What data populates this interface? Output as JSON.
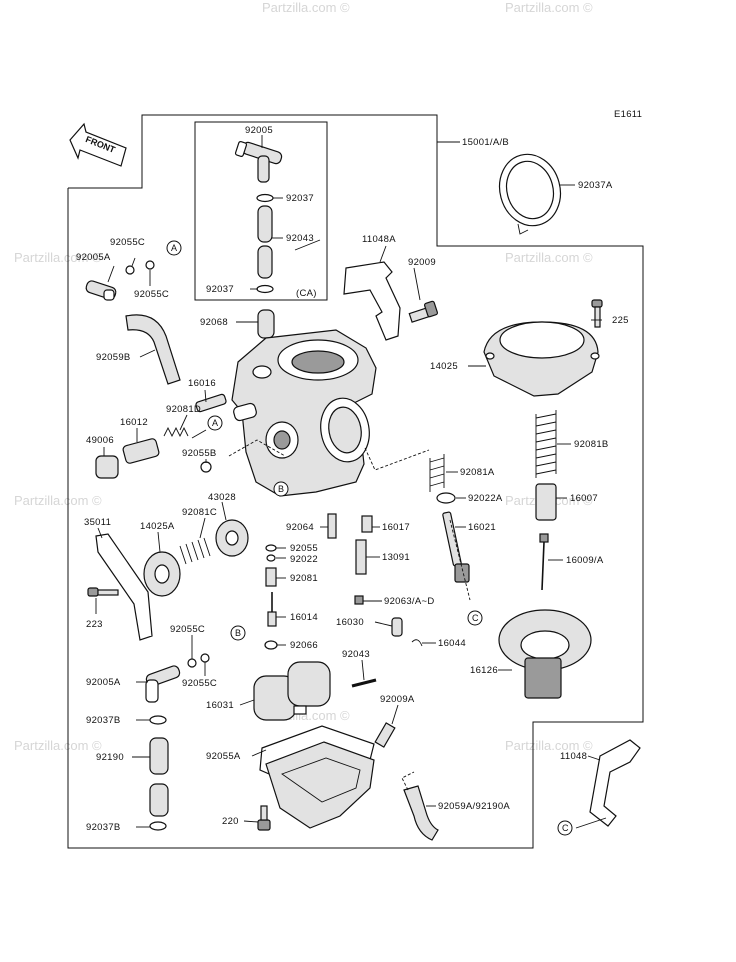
{
  "diagram": {
    "code": "E1611",
    "watermark": "Partzilla.com ©",
    "front_label": "FRONT",
    "ca_note": "(CA)",
    "refs": [
      "A",
      "B",
      "C"
    ],
    "labels": [
      "15001/A/B",
      "92037A",
      "92005",
      "92037",
      "92043",
      "92037",
      "11048A",
      "92009",
      "92055C",
      "92005A",
      "92055C",
      "92068",
      "92059B",
      "225",
      "14025",
      "16016",
      "92081D",
      "16012",
      "49006",
      "92055B",
      "92081B",
      "92081A",
      "92022A",
      "16007",
      "43028",
      "35011",
      "14025A",
      "92081C",
      "92064",
      "16017",
      "16021",
      "92055",
      "92022",
      "13091",
      "92081",
      "16009/A",
      "223",
      "92063/A~D",
      "16014",
      "16030",
      "16044",
      "92055C",
      "92066",
      "92005A",
      "92055C",
      "92043",
      "16126",
      "16031",
      "92009A",
      "92037B",
      "92055A",
      "92190",
      "11048",
      "92059A/92190A",
      "220",
      "92037B"
    ]
  }
}
